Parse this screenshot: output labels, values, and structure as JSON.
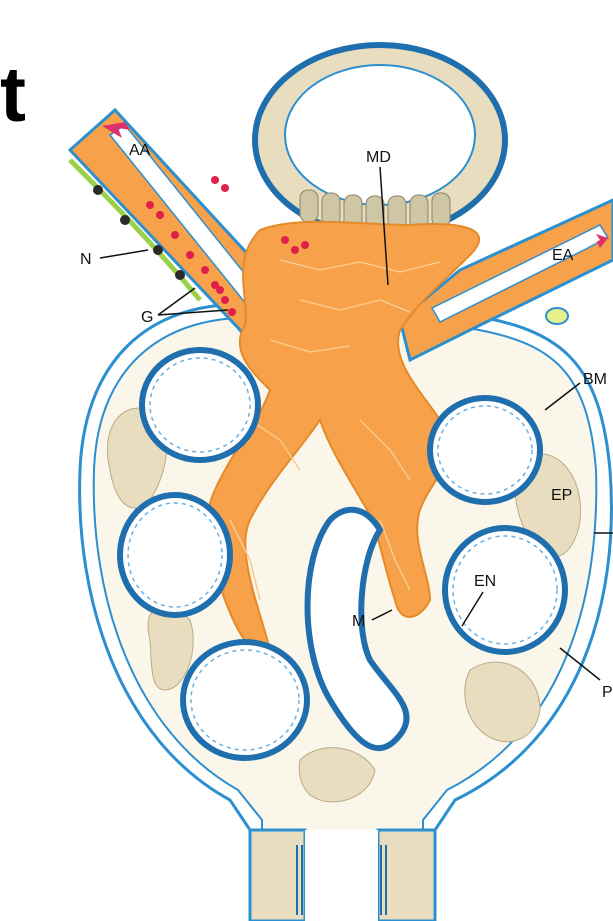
{
  "corner_text": "t",
  "labels": {
    "md": "MD",
    "aa": "AA",
    "ea": "EA",
    "n": "N",
    "g": "G",
    "bm": "BM",
    "ep": "EP",
    "en": "EN",
    "m": "M",
    "p": "P"
  },
  "colors": {
    "mesangium": "#f7a24a",
    "mesangium_light": "#fbc98a",
    "capsule_fill": "#e9ddbf",
    "basement_membrane": "#1f6fae",
    "outline": "#2b8fd0",
    "granules": "#e0204a",
    "nerve": "#9bd14a",
    "arrow": "#e0306a"
  }
}
